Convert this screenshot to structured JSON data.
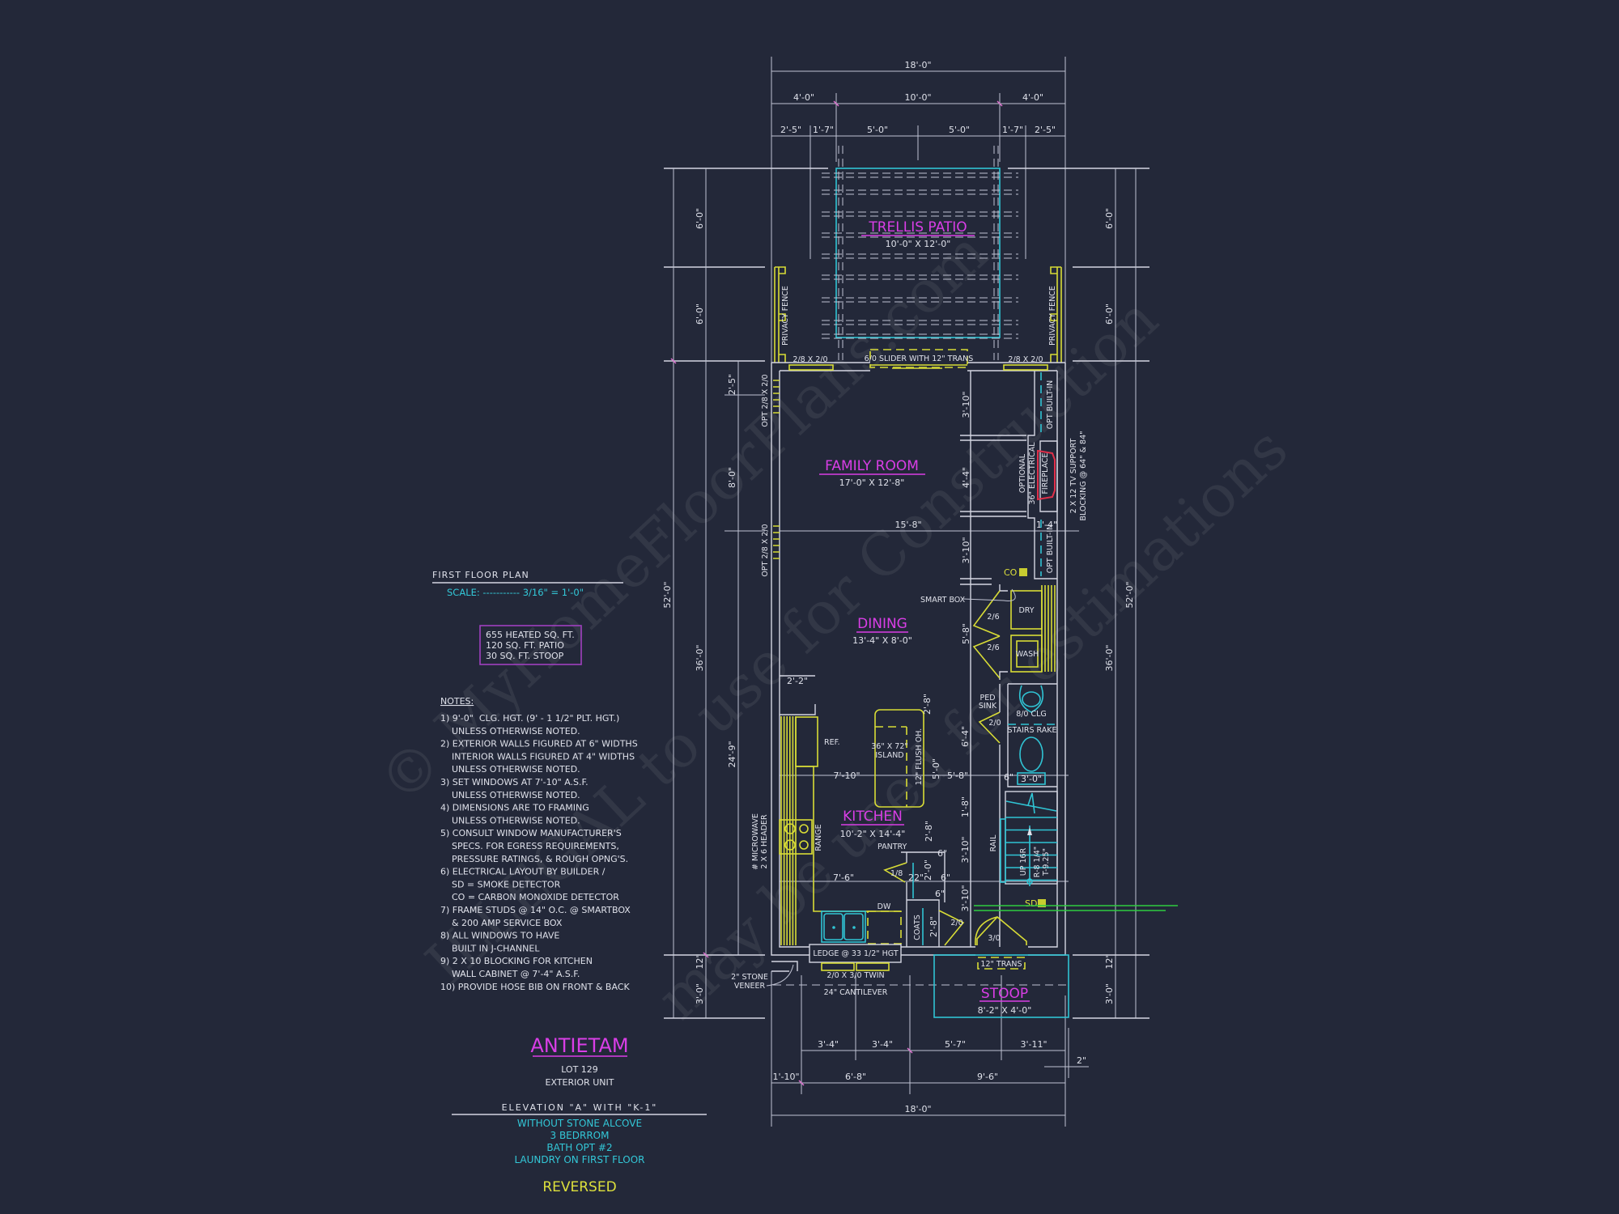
{
  "colors": {
    "background": "#232839",
    "lines": "#d4d6e2",
    "room_labels": "#d93ee6",
    "cyan": "#33c8d8",
    "yellow": "#dde03c",
    "fireplace": "#e0304a",
    "smoke_line": "#2ecc40"
  },
  "watermark": [
    "© MyHomeFloorPlans.com",
    "ILLEGAL to use for Construction",
    "may be used for estimations"
  ],
  "title_block": {
    "plan_title": "FIRST FLOOR PLAN",
    "scale": "SCALE: ----------- 3/16\" = 1'-0\"",
    "area": [
      "655 HEATED SQ. FT.",
      "120 SQ. FT. PATIO",
      "30 SQ. FT. STOOP"
    ],
    "notes_heading": "NOTES:",
    "notes": [
      "1) 9'-0\"  CLG. HGT. (9' - 1 1/2\" PLT. HGT.)",
      "    UNLESS OTHERWISE NOTED.",
      "2) EXTERIOR WALLS FIGURED AT 6\" WIDTHS",
      "    INTERIOR WALLS FIGURED AT 4\" WIDTHS",
      "    UNLESS OTHERWISE NOTED.",
      "3) SET WINDOWS AT 7'-10\" A.S.F.",
      "    UNLESS OTHERWISE NOTED.",
      "4) DIMENSIONS ARE TO FRAMING",
      "    UNLESS OTHERWISE NOTED.",
      "5) CONSULT WINDOW MANUFACTURER'S",
      "    SPECS. FOR EGRESS REQUIREMENTS,",
      "    PRESSURE RATINGS, & ROUGH OPNG'S.",
      "6) ELECTRICAL LAYOUT BY BUILDER /",
      "    SD = SMOKE DETECTOR",
      "    CO = CARBON MONOXIDE DETECTOR",
      "7) FRAME STUDS @ 14\" O.C. @ SMARTBOX",
      "    & 200 AMP SERVICE BOX",
      "8) ALL WINDOWS TO HAVE",
      "    BUILT IN J-CHANNEL",
      "9) 2 X 10 BLOCKING FOR KITCHEN",
      "    WALL CABINET @ 7'-4\" A.S.F.",
      "10) PROVIDE HOSE BIB ON FRONT & BACK"
    ],
    "project_name": "ANTIETAM",
    "lot": "LOT 129",
    "unit": "EXTERIOR UNIT",
    "elevation": "ELEVATION \"A\" WITH \"K-1\"",
    "options": [
      "WITHOUT STONE ALCOVE",
      "3 BEDRROM",
      "BATH OPT #2",
      "LAUNDRY ON FIRST FLOOR"
    ],
    "reversed": "REVERSED"
  },
  "rooms": {
    "trellis": {
      "name": "TRELLIS PATIO",
      "size": "10'-0\" X 12'-0\""
    },
    "family": {
      "name": "FAMILY ROOM",
      "size": "17'-0\" X 12'-8\""
    },
    "dining": {
      "name": "DINING",
      "size": "13'-4\" X 8'-0\""
    },
    "kitchen": {
      "name": "KITCHEN",
      "size": "10'-2\" X 14'-4\""
    },
    "stoop": {
      "name": "STOOP",
      "size": "8'-2\" X 4'-0\""
    }
  },
  "labels": {
    "privacy_fence": "PRIVACY FENCE",
    "slider": "6/0 SLIDER WITH 12\" TRANS",
    "window_2_8": "2/8 X 2/0",
    "opt_window": "OPT 2/8 X 2/0",
    "opt_built_in": "OPT BUILT-IN",
    "fireplace": [
      "OPTIONAL",
      "36\" ELECTRICAL",
      "FIREPLACE"
    ],
    "tv_support": [
      "2 X 12 TV SUPPORT",
      "BLOCKING @ 64\" & 84\""
    ],
    "co": "CO",
    "smart_box": "SMART BOX",
    "dry": "DRY",
    "wash": "WASH",
    "door_2_6": "2/6",
    "ped_sink": [
      "PED",
      "SINK"
    ],
    "clg": "8/0 CLG",
    "stairs_rake": "STAIRS RAKE",
    "door_2_0": "2/0",
    "bath_6": "6\"",
    "bath_3_0": "3'-0\"",
    "rail": "RAIL",
    "stair_up": "UP 16R",
    "stair_rt": [
      "R-8 1/4\"",
      "T-9.25\""
    ],
    "sd": "SD",
    "ref": "REF.",
    "island": [
      "36\" X 72\"",
      "ISLAND"
    ],
    "flush": "12\" FLUSH OH.",
    "range": "RANGE",
    "microwave": [
      "# MICROWAVE",
      "2 X 6 HEADER"
    ],
    "pantry": "PANTRY",
    "door_1_8": "1/8",
    "pantry_22": "22\"",
    "coats": "COATS",
    "dw": "DW",
    "ledge": "LEDGE @ 33 1/2\" HGT",
    "twin_window": "2/0 X 3/0 TWIN",
    "stone_veneer": [
      "2\" STONE",
      "VENEER"
    ],
    "cantilever": "24\" CANTILEVER",
    "door_3_0": "3/0",
    "trans": "12\" TRANS"
  },
  "dimensions": {
    "top": [
      "18'-0\"",
      "4'-0\"",
      "10'-0\"",
      "4'-0\"",
      "2'-5\"",
      "1'-7\"",
      "5'-0\"",
      "5'-0\"",
      "1'-7\"",
      "2'-5\""
    ],
    "left": [
      "6'-0\"",
      "6'-0\"",
      "52'-0\"",
      "36'-0\"",
      "2'-5\"",
      "8'-0\"",
      "24'-9\"",
      "12\"",
      "3'-0\""
    ],
    "right": [
      "6'-0\"",
      "6'-0\"",
      "52'-0\"",
      "36'-0\"",
      "12\"",
      "3'-0\""
    ],
    "bottom": [
      "3'-4\"",
      "3'-4\"",
      "5'-7\"",
      "3'-11\"",
      "1'-10\"",
      "6'-8\"",
      "9'-6\"",
      "18'-0\"",
      "2\""
    ],
    "interior": [
      "3'-10\"",
      "4'-4\"",
      "15'-8\"",
      "1'-4\"",
      "3'-10\"",
      "5'-8\"",
      "2'-2\"",
      "2'-8\"",
      "6'-4\"",
      "5'-0\"",
      "5'-8\"",
      "7'-10\"",
      "1'-8\"",
      "2'-8\"",
      "3'-10\"",
      "7'-6\"",
      "3'-10\"",
      "2'-0\"",
      "6\"",
      "6\"",
      "6\"",
      "2'-8\""
    ]
  }
}
